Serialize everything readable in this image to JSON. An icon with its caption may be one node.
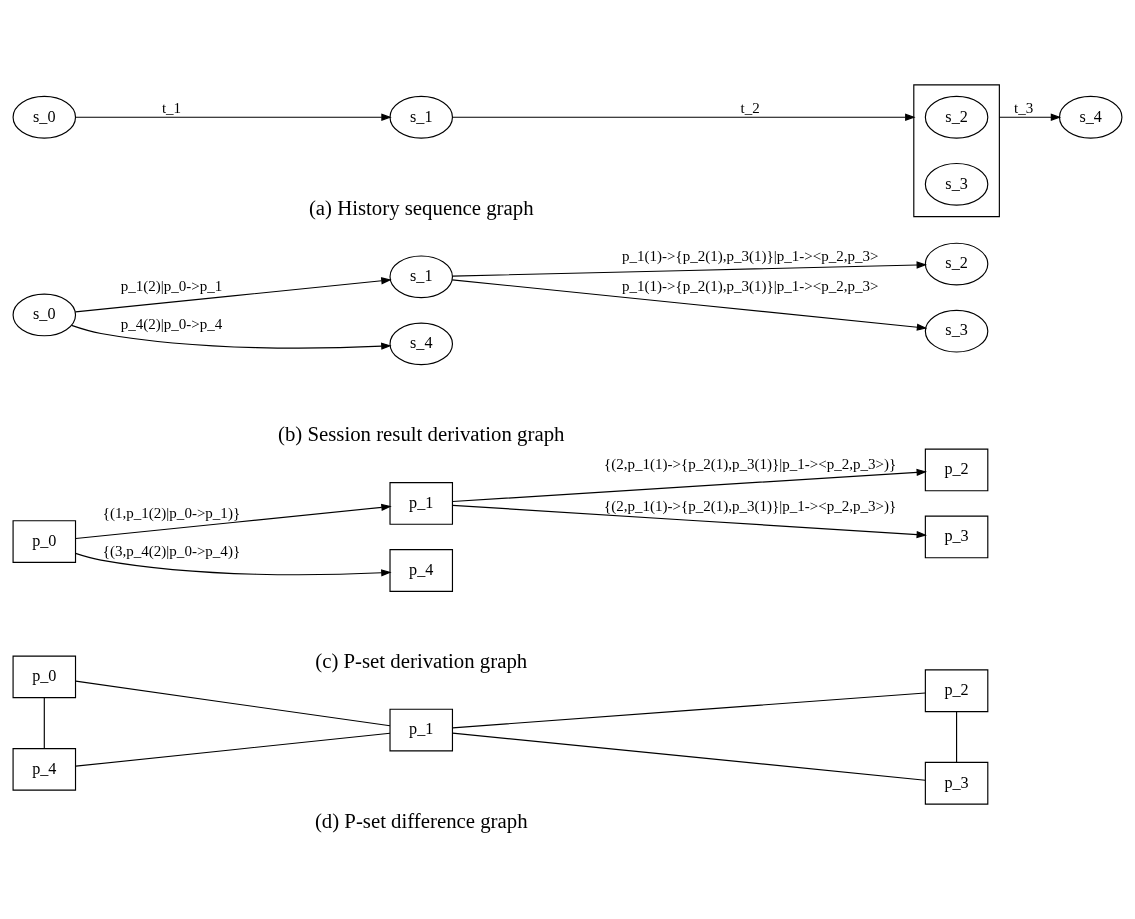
{
  "diagram": {
    "nodes": [
      {
        "text": [
          "s_0"
        ]
      },
      {
        "text": [
          "s_1"
        ]
      },
      {
        "text": [],
        "shape": "box"
      },
      {
        "text": [
          "s_2"
        ],
        "in": 2
      },
      {
        "text": [
          "s_3"
        ],
        "in": 2
      },
      {
        "text": [
          "s_4"
        ]
      },
      {
        "text": [
          "s_0"
        ]
      },
      {
        "text": [
          "s_1"
        ]
      },
      {
        "text": [
          "s_2"
        ]
      },
      {
        "text": [
          "s_3"
        ]
      },
      {
        "text": [
          "s_4"
        ]
      },
      {
        "text": [
          "p_0"
        ]
      },
      {
        "text": [
          "p_1"
        ]
      },
      {
        "text": [
          "p_2"
        ]
      },
      {
        "text": [
          "p_3"
        ]
      },
      {
        "text": [
          "p_4"
        ]
      },
      {
        "text": [
          "p_0"
        ]
      },
      {
        "text": [
          "p_4"
        ]
      },
      {
        "text": [
          "p_1"
        ]
      },
      {
        "text": [
          "p_2"
        ]
      },
      {
        "text": [
          "p_3"
        ]
      }
    ],
    "edges": [
      {
        "from": 0,
        "to": 1,
        "arrow": "to",
        "label": "t_1"
      },
      {
        "from": 1,
        "to": 2,
        "arrow": "to",
        "label": "t_2"
      },
      {
        "from": 2,
        "to": 5,
        "arrow": "to",
        "label": "t_3"
      },
      {
        "from": 6,
        "to": 7,
        "arrow": "to",
        "label": "p_1(2)|p_0->p_1"
      },
      {
        "from": 7,
        "to": 8,
        "arrow": "to",
        "label": "p_1(1)->{p_2(1),p_3(1)}|p_1-><p_2,p_3>"
      },
      {
        "from": 7,
        "to": 9,
        "arrow": "to",
        "label": "p_1(1)->{p_2(1),p_3(1)}|p_1-><p_2,p_3>"
      },
      {
        "from": 6,
        "to": 10,
        "arrow": "to",
        "label": "p_4(2)|p_0->p_4"
      },
      {
        "from": 11,
        "to": 12,
        "arrow": "to",
        "label": "{(1,p_1(2)|p_0->p_1)}"
      },
      {
        "from": 12,
        "to": 13,
        "arrow": "to",
        "label": "{(2,p_1(1)->{p_2(1),p_3(1)}|p_1-><p_2,p_3>)}"
      },
      {
        "from": 12,
        "to": 14,
        "arrow": "to",
        "label": "{(2,p_1(1)->{p_2(1),p_3(1)}|p_1-><p_2,p_3>)}"
      },
      {
        "from": 11,
        "to": 15,
        "arrow": "to",
        "label": "{(3,p_4(2)|p_0->p_4)}"
      },
      {
        "from": 16,
        "to": 17,
        "arrow": "none"
      },
      {
        "from": 16,
        "to": 18,
        "arrow": "none"
      },
      {
        "from": 17,
        "to": 18,
        "arrow": "none"
      },
      {
        "from": 18,
        "to": 19,
        "arrow": "none"
      },
      {
        "from": 18,
        "to": 20,
        "arrow": "none"
      },
      {
        "from": 19,
        "to": 20,
        "arrow": "none"
      }
    ],
    "labels": [
      "(a) History sequence graph",
      "(b) Session result derivation graph",
      "(c) P-set derivation graph",
      "(d) P-set difference graph"
    ]
  }
}
